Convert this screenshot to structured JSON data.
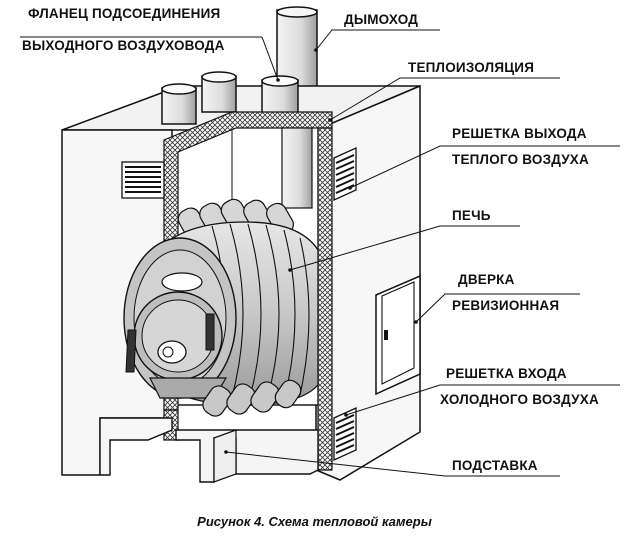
{
  "labels": {
    "flange_line1": "ФЛАНЕЦ ПОДСОЕДИНЕНИЯ",
    "flange_line2": "ВЫХОДНОГО ВОЗДУХОВОДА",
    "chimney": "ДЫМОХОД",
    "insulation": "ТЕПЛОИЗОЛЯЦИЯ",
    "outlet_grille_line1": "РЕШЕТКА ВЫХОДА",
    "outlet_grille_line2": "ТЕПЛОГО ВОЗДУХА",
    "stove": "ПЕЧЬ",
    "door_line1": "ДВЕРКА",
    "door_line2": "РЕВИЗИОННАЯ",
    "inlet_grille_line1": "РЕШЕТКА ВХОДА",
    "inlet_grille_line2": "ХОЛОДНОГО ВОЗДУХА",
    "stand": "ПОДСТАВКА"
  },
  "caption": "Рисунок 4. Схема тепловой камеры"
}
